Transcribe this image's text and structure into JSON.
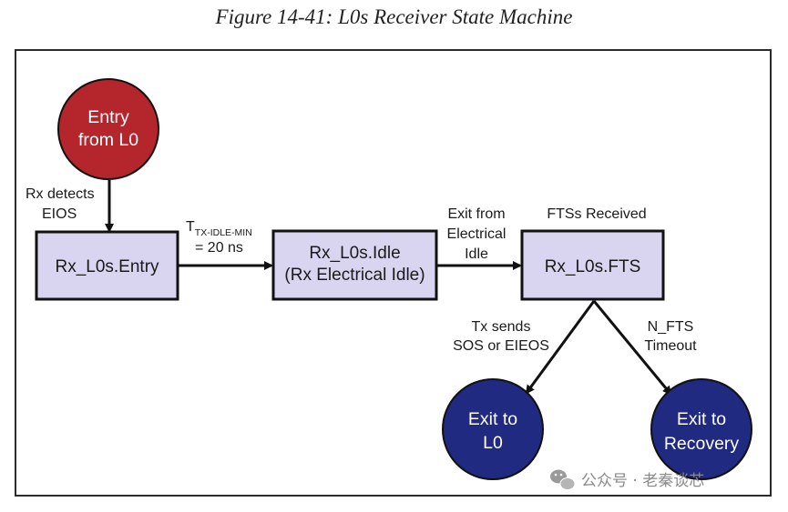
{
  "figure": {
    "caption": "Figure 14-41: L0s Receiver State Machine"
  },
  "colors": {
    "entry_circle": "#b5252c",
    "exit_circle": "#1f2a80",
    "state_box_fill": "#d9d5f0",
    "line": "#111111"
  },
  "nodes": {
    "entry": {
      "line1": "Entry",
      "line2": "from L0"
    },
    "rx_entry": {
      "label": "Rx_L0s.Entry"
    },
    "rx_idle": {
      "line1": "Rx_L0s.Idle",
      "line2": "(Rx Electrical Idle)"
    },
    "rx_fts": {
      "label": "Rx_L0s.FTS"
    },
    "exit_l0": {
      "line1": "Exit to",
      "line2": "L0"
    },
    "exit_recovery": {
      "line1": "Exit to",
      "line2": "Recovery"
    }
  },
  "transitions": {
    "entry_to_rx_entry": {
      "line1": "Rx detects",
      "line2": "EIOS"
    },
    "rx_entry_to_idle": {
      "prefix": "T",
      "subscript": "TX-IDLE-MIN",
      "line2": "= 20 ns"
    },
    "idle_to_fts": {
      "line1": "Exit from",
      "line2": "Electrical",
      "line3": "Idle"
    },
    "fts_label": {
      "text": "FTSs Received"
    },
    "fts_to_l0": {
      "line1": "Tx sends",
      "line2": "SOS or EIEOS"
    },
    "fts_to_recovery": {
      "line1": "N_FTS",
      "line2": "Timeout"
    }
  },
  "watermark": {
    "text": "公众号 · 老秦谈芯",
    "icon": "wechat-icon"
  }
}
